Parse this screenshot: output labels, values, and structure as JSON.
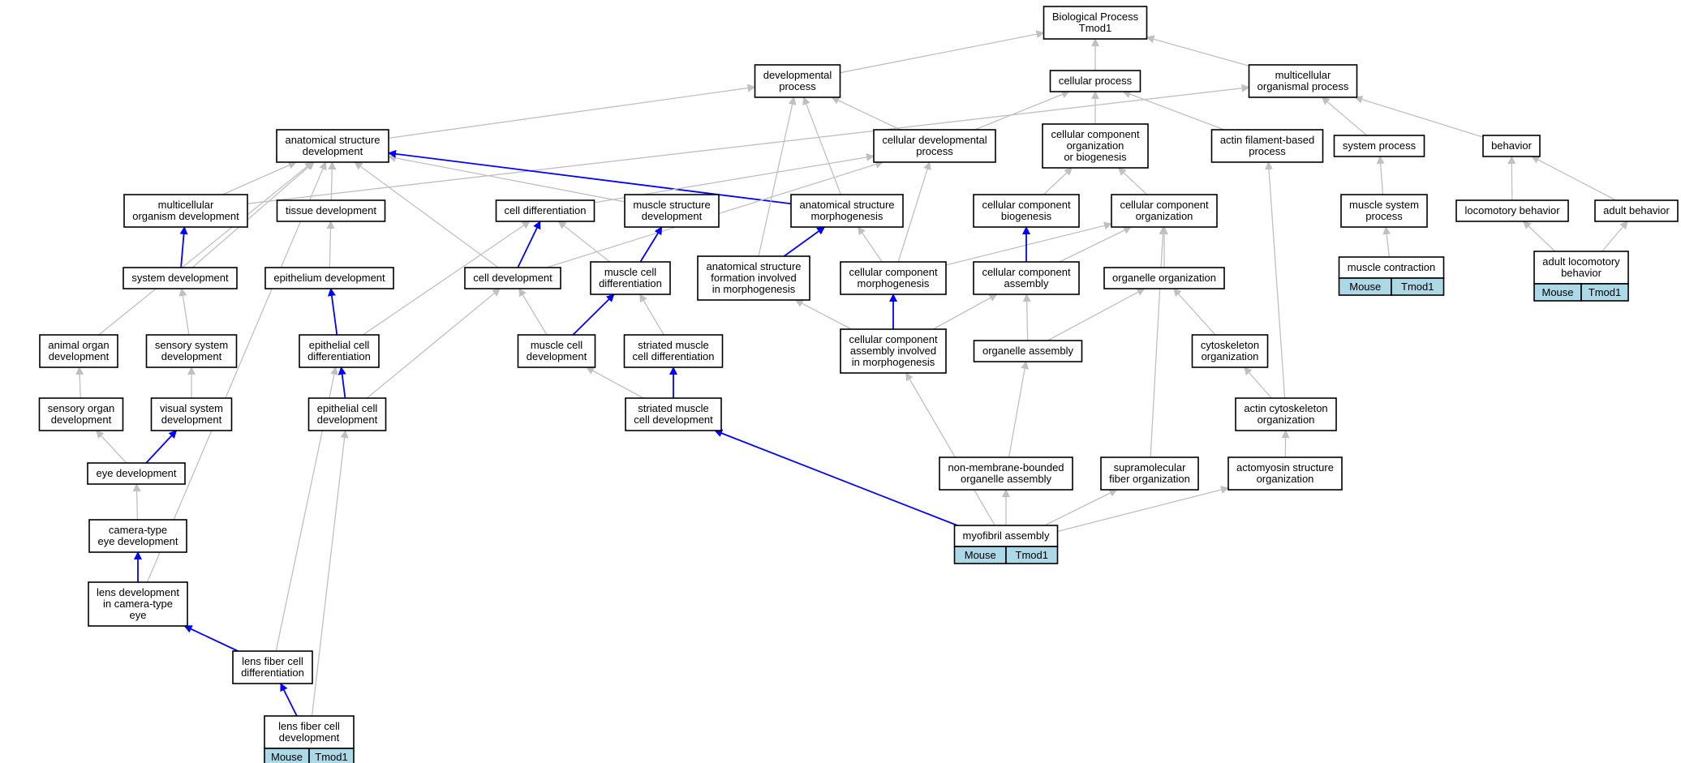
{
  "colors": {
    "is_a_edge": "#c0c0c0",
    "part_of_edge": "#0000ff",
    "annotation_fill": "#add8e6",
    "node_border": "#000000"
  },
  "nodes": [
    {
      "id": "bp",
      "lines": [
        "Biological Process",
        "Tmod1"
      ]
    },
    {
      "id": "devproc",
      "lines": [
        "developmental",
        "process"
      ]
    },
    {
      "id": "cellproc",
      "lines": [
        "cellular process"
      ]
    },
    {
      "id": "multiorg",
      "lines": [
        "multicellular",
        "organismal process"
      ]
    },
    {
      "id": "anatdev",
      "lines": [
        "anatomical structure",
        "development"
      ]
    },
    {
      "id": "celldevproc",
      "lines": [
        "cellular developmental",
        "process"
      ]
    },
    {
      "id": "ccorgbio",
      "lines": [
        "cellular component",
        "organization",
        "or biogenesis"
      ]
    },
    {
      "id": "actinproc",
      "lines": [
        "actin filament-based",
        "process"
      ]
    },
    {
      "id": "sysproc",
      "lines": [
        "system process"
      ]
    },
    {
      "id": "behavior",
      "lines": [
        "behavior"
      ]
    },
    {
      "id": "multiorgdev",
      "lines": [
        "multicellular",
        "organism development"
      ]
    },
    {
      "id": "tissuedev",
      "lines": [
        "tissue development"
      ]
    },
    {
      "id": "celldiff",
      "lines": [
        "cell differentiation"
      ]
    },
    {
      "id": "musclestructdev",
      "lines": [
        "muscle structure",
        "development"
      ]
    },
    {
      "id": "anatmorph",
      "lines": [
        "anatomical structure",
        "morphogenesis"
      ]
    },
    {
      "id": "ccbiogen",
      "lines": [
        "cellular component",
        "biogenesis"
      ]
    },
    {
      "id": "ccorg",
      "lines": [
        "cellular component",
        "organization"
      ]
    },
    {
      "id": "musclesysproc",
      "lines": [
        "muscle system",
        "process"
      ]
    },
    {
      "id": "locobeh",
      "lines": [
        "locomotory behavior"
      ]
    },
    {
      "id": "adultbeh",
      "lines": [
        "adult behavior"
      ]
    },
    {
      "id": "sysdev",
      "lines": [
        "system development"
      ]
    },
    {
      "id": "epidev",
      "lines": [
        "epithelium development"
      ]
    },
    {
      "id": "celldev",
      "lines": [
        "cell development"
      ]
    },
    {
      "id": "musclecelldiff",
      "lines": [
        "muscle cell",
        "differentiation"
      ]
    },
    {
      "id": "anatform",
      "lines": [
        "anatomical structure",
        "formation involved",
        "in morphogenesis"
      ]
    },
    {
      "id": "ccmorph",
      "lines": [
        "cellular component",
        "morphogenesis"
      ]
    },
    {
      "id": "ccassembly",
      "lines": [
        "cellular component",
        "assembly"
      ]
    },
    {
      "id": "organelleorg",
      "lines": [
        "organelle organization"
      ]
    },
    {
      "id": "musclecontraction",
      "lines": [
        "muscle contraction"
      ],
      "tags": [
        "Mouse",
        "Tmod1"
      ]
    },
    {
      "id": "adultloco",
      "lines": [
        "adult locomotory",
        "behavior"
      ],
      "tags": [
        "Mouse",
        "Tmod1"
      ]
    },
    {
      "id": "animalorgandev",
      "lines": [
        "animal organ",
        "development"
      ]
    },
    {
      "id": "sensorysysdev",
      "lines": [
        "sensory system",
        "development"
      ]
    },
    {
      "id": "epicelldiff",
      "lines": [
        "epithelial cell",
        "differentiation"
      ]
    },
    {
      "id": "musclecelldev",
      "lines": [
        "muscle cell",
        "development"
      ]
    },
    {
      "id": "striateddiff",
      "lines": [
        "striated muscle",
        "cell differentiation"
      ]
    },
    {
      "id": "ccassemblymorph",
      "lines": [
        "cellular component",
        "assembly involved",
        "in morphogenesis"
      ]
    },
    {
      "id": "organelleassembly",
      "lines": [
        "organelle assembly"
      ]
    },
    {
      "id": "cytoorg",
      "lines": [
        "cytoskeleton",
        "organization"
      ]
    },
    {
      "id": "sensoryorgandev",
      "lines": [
        "sensory organ",
        "development"
      ]
    },
    {
      "id": "visualsysdev",
      "lines": [
        "visual system",
        "development"
      ]
    },
    {
      "id": "epicelldev",
      "lines": [
        "epithelial cell",
        "development"
      ]
    },
    {
      "id": "striateddev",
      "lines": [
        "striated muscle",
        "cell development"
      ]
    },
    {
      "id": "actincyto",
      "lines": [
        "actin cytoskeleton",
        "organization"
      ]
    },
    {
      "id": "eyedev",
      "lines": [
        "eye development"
      ]
    },
    {
      "id": "nonmembrane",
      "lines": [
        "non-membrane-bounded",
        "organelle assembly"
      ]
    },
    {
      "id": "supramol",
      "lines": [
        "supramolecular",
        "fiber organization"
      ]
    },
    {
      "id": "actomyosin",
      "lines": [
        "actomyosin structure",
        "organization"
      ]
    },
    {
      "id": "cameraeye",
      "lines": [
        "camera-type",
        "eye development"
      ]
    },
    {
      "id": "myofibril",
      "lines": [
        "myofibril assembly"
      ],
      "tags": [
        "Mouse",
        "Tmod1"
      ]
    },
    {
      "id": "lensdev",
      "lines": [
        "lens development",
        "in camera-type",
        "eye"
      ]
    },
    {
      "id": "lensfiberdiff",
      "lines": [
        "lens fiber cell",
        "differentiation"
      ]
    },
    {
      "id": "lensfiberdev",
      "lines": [
        "lens fiber cell",
        "development"
      ],
      "tags": [
        "Mouse",
        "Tmod1"
      ]
    }
  ],
  "edges": [
    {
      "from": "devproc",
      "to": "bp",
      "type": "is_a"
    },
    {
      "from": "cellproc",
      "to": "bp",
      "type": "is_a"
    },
    {
      "from": "multiorg",
      "to": "bp",
      "type": "is_a"
    },
    {
      "from": "anatdev",
      "to": "devproc",
      "type": "is_a"
    },
    {
      "from": "celldevproc",
      "to": "devproc",
      "type": "is_a"
    },
    {
      "from": "celldevproc",
      "to": "cellproc",
      "type": "is_a"
    },
    {
      "from": "ccorgbio",
      "to": "cellproc",
      "type": "is_a"
    },
    {
      "from": "actinproc",
      "to": "cellproc",
      "type": "is_a"
    },
    {
      "from": "sysproc",
      "to": "multiorg",
      "type": "is_a"
    },
    {
      "from": "behavior",
      "to": "multiorg",
      "type": "is_a"
    },
    {
      "from": "multiorgdev",
      "to": "multiorg",
      "type": "is_a"
    },
    {
      "from": "multiorgdev",
      "to": "anatdev",
      "type": "is_a"
    },
    {
      "from": "tissuedev",
      "to": "anatdev",
      "type": "is_a"
    },
    {
      "from": "musclestructdev",
      "to": "anatdev",
      "type": "is_a"
    },
    {
      "from": "anatmorph",
      "to": "anatdev",
      "type": "part_of"
    },
    {
      "from": "anatmorph",
      "to": "devproc",
      "type": "is_a"
    },
    {
      "from": "celldiff",
      "to": "celldevproc",
      "type": "is_a"
    },
    {
      "from": "ccbiogen",
      "to": "ccorgbio",
      "type": "is_a"
    },
    {
      "from": "ccorg",
      "to": "ccorgbio",
      "type": "is_a"
    },
    {
      "from": "musclesysproc",
      "to": "sysproc",
      "type": "is_a"
    },
    {
      "from": "locobeh",
      "to": "behavior",
      "type": "is_a"
    },
    {
      "from": "adultbeh",
      "to": "behavior",
      "type": "is_a"
    },
    {
      "from": "sysdev",
      "to": "multiorgdev",
      "type": "part_of"
    },
    {
      "from": "sysdev",
      "to": "anatdev",
      "type": "is_a"
    },
    {
      "from": "epidev",
      "to": "tissuedev",
      "type": "is_a"
    },
    {
      "from": "celldev",
      "to": "celldiff",
      "type": "part_of"
    },
    {
      "from": "celldev",
      "to": "anatdev",
      "type": "is_a"
    },
    {
      "from": "celldev",
      "to": "celldevproc",
      "type": "is_a"
    },
    {
      "from": "musclecelldiff",
      "to": "musclestructdev",
      "type": "part_of"
    },
    {
      "from": "musclecelldiff",
      "to": "celldiff",
      "type": "is_a"
    },
    {
      "from": "anatform",
      "to": "anatmorph",
      "type": "part_of"
    },
    {
      "from": "anatform",
      "to": "devproc",
      "type": "is_a"
    },
    {
      "from": "ccmorph",
      "to": "anatmorph",
      "type": "is_a"
    },
    {
      "from": "ccmorph",
      "to": "celldevproc",
      "type": "is_a"
    },
    {
      "from": "ccmorph",
      "to": "ccorg",
      "type": "is_a"
    },
    {
      "from": "ccassembly",
      "to": "ccbiogen",
      "type": "part_of"
    },
    {
      "from": "ccassembly",
      "to": "ccorg",
      "type": "is_a"
    },
    {
      "from": "organelleorg",
      "to": "ccorg",
      "type": "is_a"
    },
    {
      "from": "musclecontraction",
      "to": "musclesysproc",
      "type": "is_a"
    },
    {
      "from": "adultloco",
      "to": "locobeh",
      "type": "is_a"
    },
    {
      "from": "adultloco",
      "to": "adultbeh",
      "type": "is_a"
    },
    {
      "from": "animalorgandev",
      "to": "anatdev",
      "type": "is_a"
    },
    {
      "from": "sensorysysdev",
      "to": "sysdev",
      "type": "is_a"
    },
    {
      "from": "epicelldiff",
      "to": "epidev",
      "type": "part_of"
    },
    {
      "from": "epicelldiff",
      "to": "celldiff",
      "type": "is_a"
    },
    {
      "from": "musclecelldev",
      "to": "musclecelldiff",
      "type": "part_of"
    },
    {
      "from": "musclecelldev",
      "to": "celldev",
      "type": "is_a"
    },
    {
      "from": "striateddiff",
      "to": "musclecelldiff",
      "type": "is_a"
    },
    {
      "from": "ccassemblymorph",
      "to": "ccmorph",
      "type": "part_of"
    },
    {
      "from": "ccassemblymorph",
      "to": "anatform",
      "type": "is_a"
    },
    {
      "from": "ccassemblymorph",
      "to": "ccassembly",
      "type": "is_a"
    },
    {
      "from": "organelleassembly",
      "to": "ccassembly",
      "type": "is_a"
    },
    {
      "from": "organelleassembly",
      "to": "organelleorg",
      "type": "is_a"
    },
    {
      "from": "cytoorg",
      "to": "organelleorg",
      "type": "is_a"
    },
    {
      "from": "sensoryorgandev",
      "to": "animalorgandev",
      "type": "is_a"
    },
    {
      "from": "visualsysdev",
      "to": "sensorysysdev",
      "type": "is_a"
    },
    {
      "from": "epicelldev",
      "to": "epicelldiff",
      "type": "part_of"
    },
    {
      "from": "epicelldev",
      "to": "celldev",
      "type": "is_a"
    },
    {
      "from": "striateddev",
      "to": "striateddiff",
      "type": "part_of"
    },
    {
      "from": "striateddev",
      "to": "musclecelldev",
      "type": "is_a"
    },
    {
      "from": "actincyto",
      "to": "cytoorg",
      "type": "is_a"
    },
    {
      "from": "actincyto",
      "to": "actinproc",
      "type": "is_a"
    },
    {
      "from": "eyedev",
      "to": "visualsysdev",
      "type": "part_of"
    },
    {
      "from": "eyedev",
      "to": "sensoryorgandev",
      "type": "is_a"
    },
    {
      "from": "nonmembrane",
      "to": "organelleassembly",
      "type": "is_a"
    },
    {
      "from": "supramol",
      "to": "ccorg",
      "type": "is_a"
    },
    {
      "from": "actomyosin",
      "to": "actincyto",
      "type": "is_a"
    },
    {
      "from": "cameraeye",
      "to": "eyedev",
      "type": "is_a"
    },
    {
      "from": "myofibril",
      "to": "striateddev",
      "type": "part_of"
    },
    {
      "from": "myofibril",
      "to": "ccassemblymorph",
      "type": "is_a"
    },
    {
      "from": "myofibril",
      "to": "nonmembrane",
      "type": "is_a"
    },
    {
      "from": "myofibril",
      "to": "supramol",
      "type": "is_a"
    },
    {
      "from": "myofibril",
      "to": "actomyosin",
      "type": "is_a"
    },
    {
      "from": "lensdev",
      "to": "cameraeye",
      "type": "part_of"
    },
    {
      "from": "lensdev",
      "to": "anatdev",
      "type": "is_a"
    },
    {
      "from": "lensfiberdiff",
      "to": "lensdev",
      "type": "part_of"
    },
    {
      "from": "lensfiberdiff",
      "to": "epicelldiff",
      "type": "is_a"
    },
    {
      "from": "lensfiberdev",
      "to": "lensfiberdiff",
      "type": "part_of"
    },
    {
      "from": "lensfiberdev",
      "to": "epicelldev",
      "type": "is_a"
    }
  ]
}
